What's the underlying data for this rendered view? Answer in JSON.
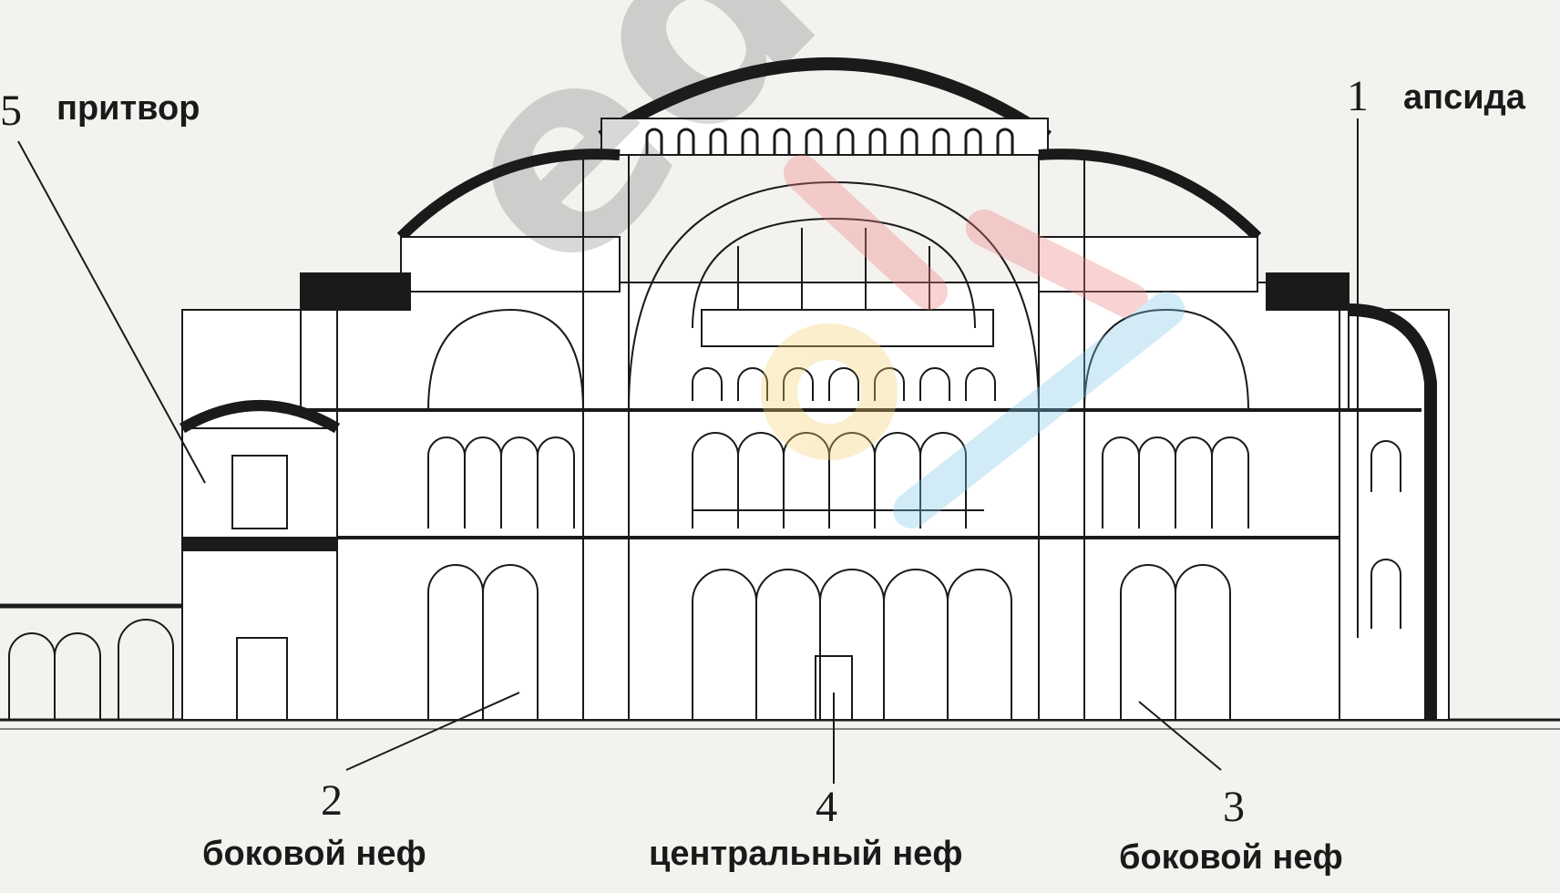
{
  "labels": {
    "apse": {
      "number": "1",
      "text": "апсида"
    },
    "aisle_left": {
      "number": "2",
      "text": "боковой неф"
    },
    "aisle_right": {
      "number": "3",
      "text": "боковой неф"
    },
    "central_nave": {
      "number": "4",
      "text": "центральный неф"
    },
    "narthex": {
      "number": "5",
      "text": "притвор"
    }
  },
  "watermark": "eduki",
  "colors": {
    "line": "#1a1a1a",
    "paper": "#f3f2ef",
    "fill": "#ffffff"
  }
}
